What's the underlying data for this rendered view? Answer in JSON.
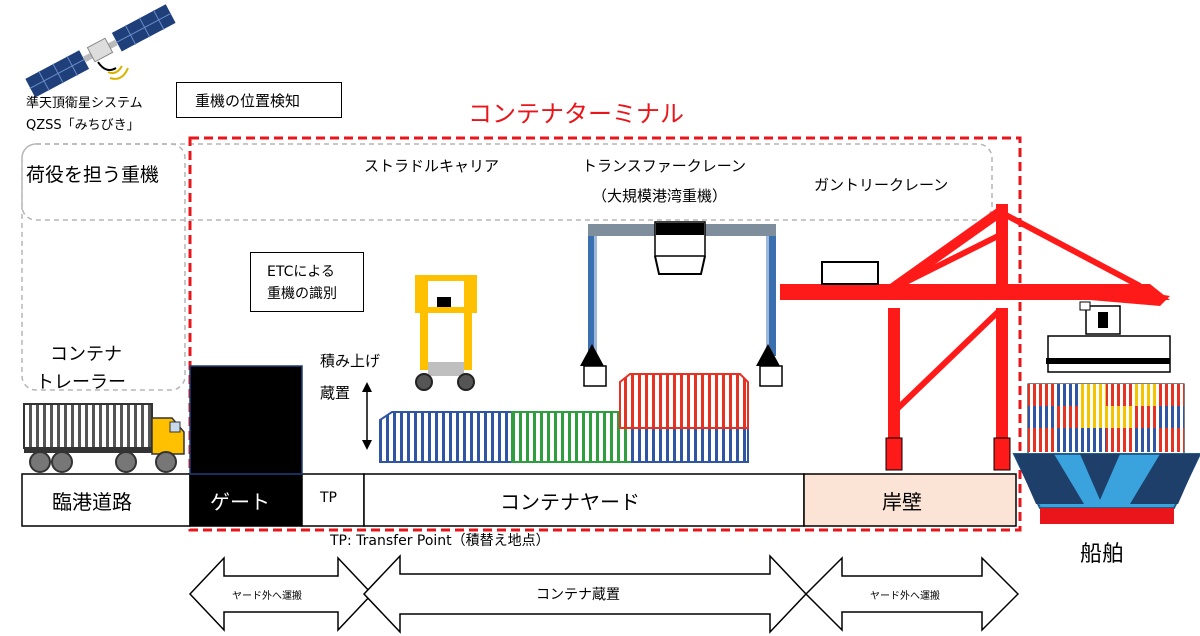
{
  "satellite": {
    "line1": "準天頂衛星システム",
    "line2": "QZSS「みちびき」"
  },
  "position_detection": "重機の位置検知",
  "terminal_title": "コンテナターミナル",
  "heavy_machinery": "荷役を担う重機",
  "straddle_carrier": "ストラドルキャリア",
  "transfer_crane": {
    "line1": "トランスファークレーン",
    "line2": "（大規模港湾重機）"
  },
  "gantry_crane": "ガントリークレーン",
  "etc": {
    "line1": "ETCによる",
    "line2": "重機の識別"
  },
  "trailer": {
    "line1": "コンテナ",
    "line2": "トレーラー"
  },
  "stacking": {
    "line1": "積み上げ",
    "line2": "蔵置"
  },
  "zones": {
    "road": "臨港道路",
    "gate": "ゲート",
    "tp": "TP",
    "yard": "コンテナヤード",
    "quay": "岸壁"
  },
  "ship": "船舶",
  "tp_note": "TP: Transfer Point（積替え地点）",
  "arrows": {
    "left": "ヤード外へ運搬",
    "middle": "コンテナ蔵置",
    "right": "ヤード外へ運搬"
  },
  "colors": {
    "terminal_red": "#e8161b",
    "crane_red": "#ff1a1a",
    "transfer_crane_blue": "#3a6fb0",
    "quay_fill": "#fbe4d5",
    "ship_blue": "#3aa2dc",
    "truck_yellow": "#ffc000"
  }
}
